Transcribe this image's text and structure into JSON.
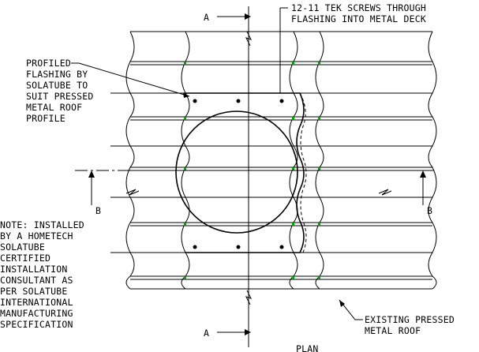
{
  "section_marks": {
    "top_a": "A",
    "bottom_a": "A",
    "left_b": "B",
    "right_b": "B"
  },
  "callouts": {
    "tek_screws": [
      "12-11 TEK SCREWS THROUGH",
      "FLASHING INTO METAL DECK"
    ],
    "flashing": [
      "PROFILED",
      "FLASHING BY",
      "SOLATUBE TO",
      "SUIT PRESSED",
      "METAL ROOF",
      "PROFILE"
    ],
    "existing_roof": [
      "EXISTING PRESSED",
      "METAL ROOF"
    ]
  },
  "note": [
    "NOTE: INSTALLED",
    "BY A HOMETECH",
    "SOLATUBE",
    "CERTIFIED",
    "INSTALLATION",
    "CONSULTANT AS",
    "PER SOLATUBE",
    "INTERNATIONAL",
    "MANUFACTURING",
    "SPECIFICATION"
  ],
  "title": "PLAN",
  "colors": {
    "line": "#000000",
    "background": "#ffffff",
    "highlight": "#00a000"
  }
}
